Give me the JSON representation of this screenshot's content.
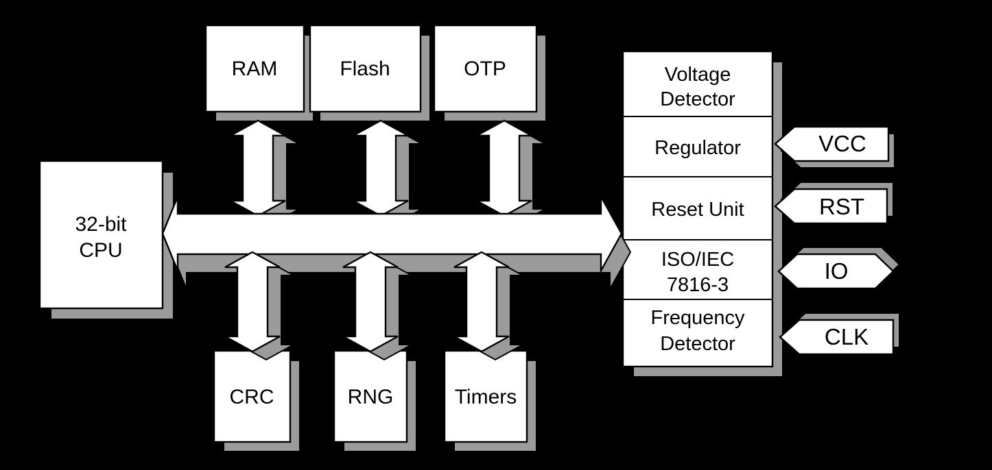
{
  "diagram": {
    "background_color": "#000000",
    "block_face_color": "#ffffff",
    "shadow_color": "#9b9b9b",
    "outline_color": "#000000",
    "cpu": {
      "label": "32-bit CPU",
      "line1": "32-bit",
      "line2": "CPU"
    },
    "memory_blocks": [
      {
        "label": "RAM"
      },
      {
        "label": "Flash"
      },
      {
        "label": "OTP"
      }
    ],
    "peripheral_blocks": [
      {
        "label": "CRC"
      },
      {
        "label": "RNG"
      },
      {
        "label": "Timers"
      }
    ],
    "system_stack": [
      {
        "label": "Voltage Detector",
        "line1": "Voltage",
        "line2": "Detector"
      },
      {
        "label": "Regulator"
      },
      {
        "label": "Reset Unit"
      },
      {
        "label": "ISO/IEC 7816-3",
        "line1": "ISO/IEC",
        "line2": "7816-3"
      },
      {
        "label": "Frequency Detector",
        "line1": "Frequency",
        "line2": "Detector"
      }
    ],
    "signal_pins": [
      {
        "label": "VCC",
        "direction": "input"
      },
      {
        "label": "RST",
        "direction": "input"
      },
      {
        "label": "IO",
        "direction": "bidirectional"
      },
      {
        "label": "CLK",
        "direction": "input"
      }
    ],
    "bus": {
      "type": "bidirectional system bus"
    }
  }
}
